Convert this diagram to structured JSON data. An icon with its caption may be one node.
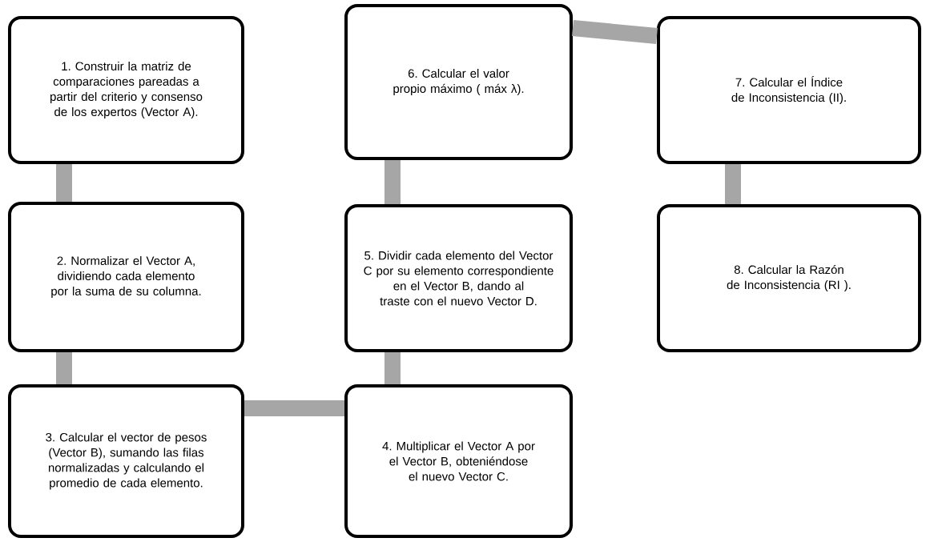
{
  "diagram": {
    "nodes": [
      {
        "text": [
          "1. Construir la matriz de comparaciones pareadas a partir del criterio y consenso de los expertos (Vector A)."
        ]
      },
      {
        "text": [
          "2. Normalizar el Vector A, dividiendo cada elemento por la suma de su columna."
        ]
      },
      {
        "text": [
          "3. Calcular el vector de pesos (Vector B), sumando las filas normalizadas y calculando el promedio de cada elemento."
        ]
      },
      {
        "text": [
          "4. Multiplicar el Vector A por el Vector B, obteniéndose el nuevo Vector C."
        ]
      },
      {
        "text": [
          "5. Dividir cada elemento del Vector C por su elemento correspondiente en el Vector B, dando al traste con el nuevo Vector D."
        ]
      },
      {
        "text": [
          "6. Calcular el valor propio máximo ( máx λ)."
        ]
      },
      {
        "text": [
          "7. Calcular el Índice de Inconsistencia (II)."
        ]
      },
      {
        "text": [
          "8. Calcular la Razón de Inconsistencia (RI )."
        ]
      }
    ],
    "edges": [
      {
        "from": 0,
        "to": 1,
        "arrow": "none"
      },
      {
        "from": 1,
        "to": 2,
        "arrow": "none"
      },
      {
        "from": 2,
        "to": 3,
        "arrow": "none"
      },
      {
        "from": 3,
        "to": 4,
        "arrow": "none"
      },
      {
        "from": 4,
        "to": 5,
        "arrow": "none"
      },
      {
        "from": 5,
        "to": 6,
        "arrow": "none"
      },
      {
        "from": 6,
        "to": 7,
        "arrow": "none"
      }
    ]
  }
}
